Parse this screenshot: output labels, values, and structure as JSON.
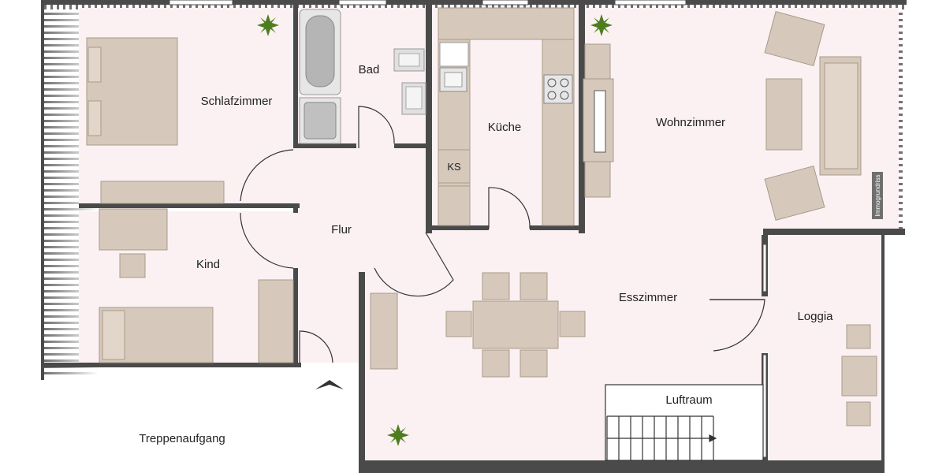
{
  "rooms": {
    "schlafzimmer": "Schlafzimmer",
    "bad": "Bad",
    "kueche": "Küche",
    "ks": "KS",
    "wohnzimmer": "Wohnzimmer",
    "flur": "Flur",
    "kind": "Kind",
    "esszimmer": "Esszimmer",
    "loggia": "Loggia",
    "luftraum": "Luftraum",
    "treppenaufgang": "Treppenaufgang"
  },
  "watermark": "Immogrundriss",
  "colors": {
    "floor": "#fbf1f3",
    "wall": "#4a4a4a",
    "furniture": "#d6c9bb",
    "furniture_stroke": "#a89a8a",
    "terrace": "#7a7a7a",
    "plant": "#4e7d1e"
  }
}
